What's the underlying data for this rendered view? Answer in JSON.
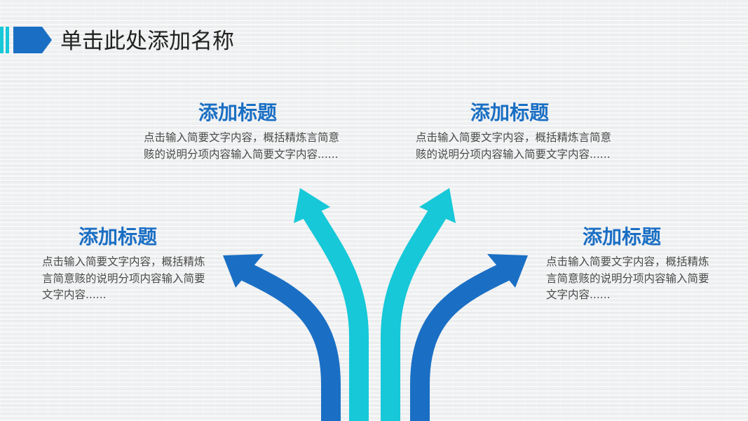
{
  "header": {
    "title": "单击此处添加名称"
  },
  "colors": {
    "accent_cyan": "#16c8d8",
    "accent_blue": "#1a6fc4",
    "title_blue": "#1a6fc4",
    "text_gray": "#4a4a4a"
  },
  "blocks": [
    {
      "title": "添加标题",
      "text": "点击输入简要文字内容，概括精炼言简意赅的说明分项内容输入简要文字内容......"
    },
    {
      "title": "添加标题",
      "text": "点击输入简要文字内容，概括精炼言简意赅的说明分项内容输入简要文字内容......"
    },
    {
      "title": "添加标题",
      "text": "点击输入简要文字内容，概括精炼言简意赅的说明分项内容输入简要文字内容......"
    },
    {
      "title": "添加标题",
      "text": "点击输入简要文字内容，概括精炼言简意赅的说明分项内容输入简要文字内容......"
    }
  ]
}
